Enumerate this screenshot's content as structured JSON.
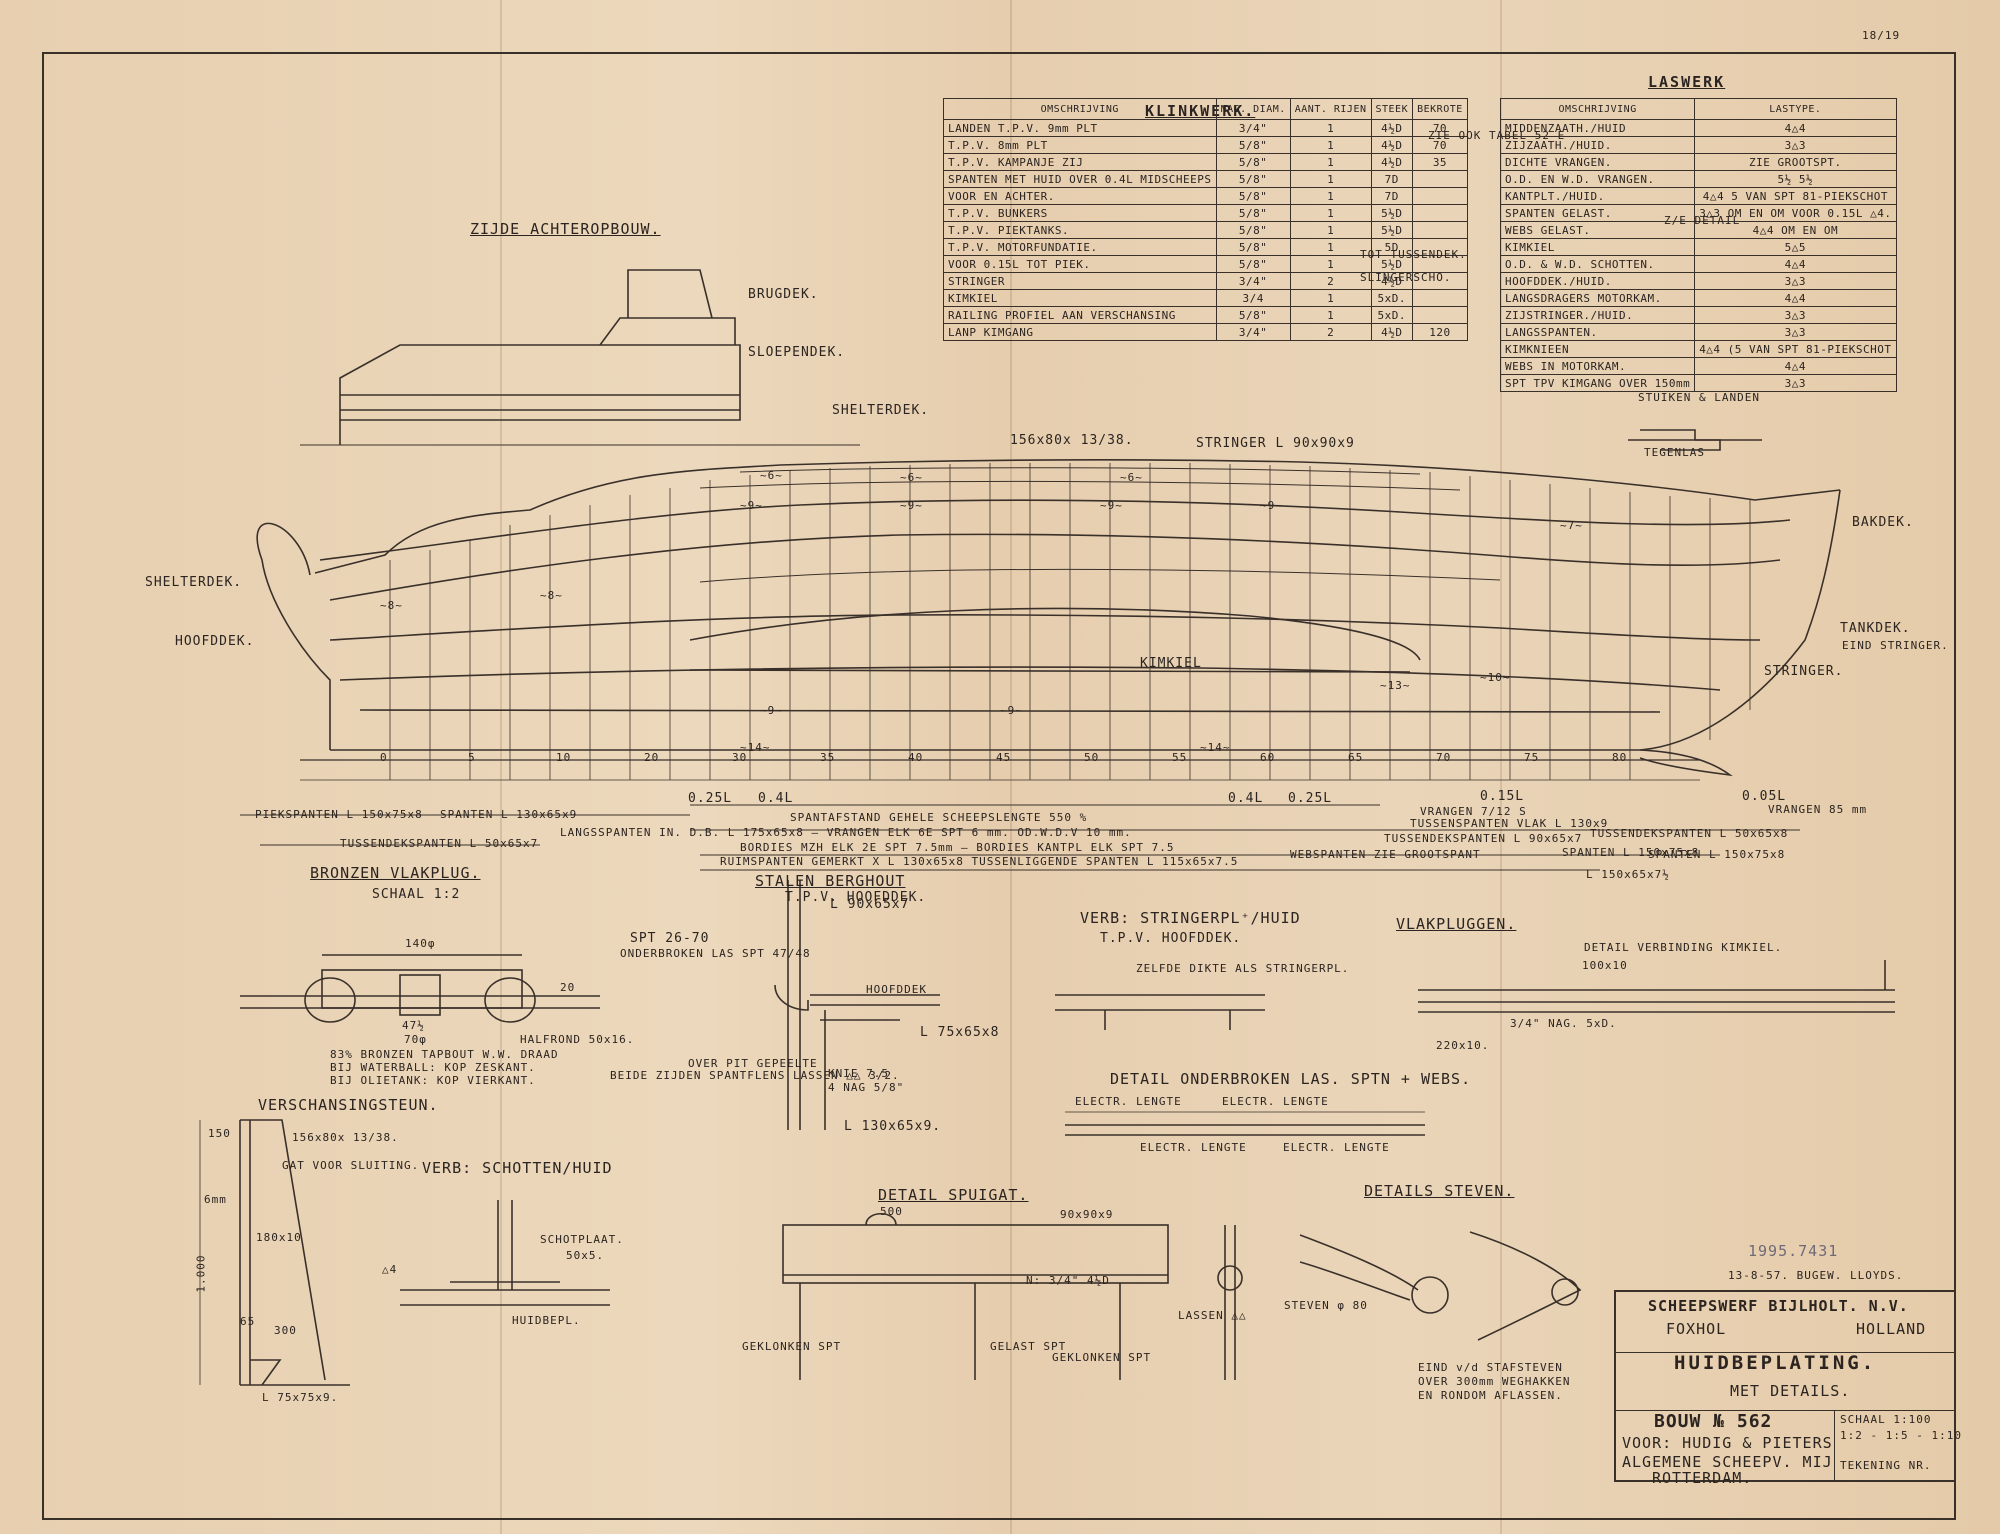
{
  "sheet_number": "18/19",
  "tables": {
    "klinkwerk": {
      "title": "KLINKWERK.",
      "headers": [
        "OMSCHRIJVING",
        "NAG. DIAM.",
        "AANT. RIJEN",
        "STEEK",
        "BEKROTE"
      ],
      "rows": [
        [
          "LANDEN T.P.V. 9mm PLT",
          "3/4\"",
          "1",
          "4½D",
          "70"
        ],
        [
          "T.P.V. 8mm PLT",
          "5/8\"",
          "1",
          "4½D",
          "70"
        ],
        [
          "T.P.V. KAMPANJE ZIJ",
          "5/8\"",
          "1",
          "4½D",
          "35"
        ],
        [
          "SPANTEN MET HUID OVER 0.4L MIDSCHEEPS",
          "5/8\"",
          "1",
          "7D",
          ""
        ],
        [
          "VOOR EN ACHTER.",
          "5/8\"",
          "1",
          "7D",
          ""
        ],
        [
          "T.P.V. BUNKERS",
          "5/8\"",
          "1",
          "5½D",
          ""
        ],
        [
          "T.P.V. PIEKTANKS.",
          "5/8\"",
          "1",
          "5½D",
          ""
        ],
        [
          "T.P.V. MOTORFUNDATIE.",
          "5/8\"",
          "1",
          "5D",
          ""
        ],
        [
          "VOOR 0.15L TOT PIEK.",
          "5/8\"",
          "1",
          "5½D",
          ""
        ],
        [
          "STRINGER",
          "3/4\"",
          "2",
          "4½D",
          ""
        ],
        [
          "KIMKIEL",
          "3/4",
          "1",
          "5xD.",
          ""
        ],
        [
          "RAILING PROFIEL AAN VERSCHANSING",
          "5/8\"",
          "1",
          "5xD.",
          ""
        ],
        [
          "LANP KIMGANG",
          "3/4\"",
          "2",
          "4½D",
          "120"
        ]
      ],
      "notes": [
        "ZIE OOK TABEL 52 E",
        "TOT TUSSENDEK.",
        "SLINGERSCHO."
      ]
    },
    "laswerk": {
      "title": "LASWERK",
      "headers": [
        "OMSCHRIJVING",
        "LASTYPE."
      ],
      "rows": [
        [
          "MIDDENZAATH./HUID",
          "4△4"
        ],
        [
          "ZIJZAATH./HUID.",
          "3△3"
        ],
        [
          "DICHTE VRANGEN.",
          "ZIE GROOTSPT."
        ],
        [
          "O.D. EN W.D. VRANGEN.",
          "5½ 5½"
        ],
        [
          "KANTPLT./HUID.",
          "4△4 5 VAN SPT 81-PIEKSCHOT"
        ],
        [
          "SPANTEN GELAST.",
          "3△3 OM EN OM VOOR 0.15L △4."
        ],
        [
          "WEBS GELAST.",
          "4△4 OM EN OM"
        ],
        [
          "KIMKIEL",
          "5△5"
        ],
        [
          "O.D. & W.D. SCHOTTEN.",
          "4△4"
        ],
        [
          "HOOFDDEK./HUID.",
          "3△3"
        ],
        [
          "LANGSDRAGERS MOTORKAM.",
          "4△4"
        ],
        [
          "ZIJSTRINGER./HUID.",
          "3△3"
        ],
        [
          "LANGSSPANTEN.",
          "3△3"
        ],
        [
          "KIMKNIEEN",
          "4△4 (5 VAN SPT 81-PIEKSCHOT"
        ],
        [
          "WEBS IN MOTORKAM.",
          "4△4"
        ],
        [
          "SPT TPV KIMGANG OVER 150mm",
          "3△3"
        ]
      ],
      "detail_label": "Z/E DETAIL"
    }
  },
  "labels": {
    "zijde_achteropbouw": "ZIJDE ACHTEROPBOUW.",
    "brugdek": "BRUGDEK.",
    "sloependek": "SLOEPENDEK.",
    "shelterdek_top": "SHELTERDEK.",
    "stuiken_landen": "STUIKEN & LANDEN",
    "tegenlas": "TEGENLAS",
    "stringer_top": "STRINGER L 90x90x9",
    "dim_156": "156x80x 13/38.",
    "bakdek": "BAKDEK.",
    "shelterdek_left": "SHELTERDEK.",
    "hoofddek_left": "HOOFDDEK.",
    "tankdek": "TANKDEK.",
    "eind_stringer": "EIND STRINGER.",
    "stringer_right": "STRINGER.",
    "kimkiel": "KIMKIEL",
    "piekspanten": "PIEKSPANTEN L 150x75x8",
    "spanten": "SPANTEN L 130x65x9",
    "tussendekspanten": "TUSSENDEKSPANTEN L 50x65x7",
    "langsspanten": "LANGSSPANTEN IN. D.B. L 175x65x8 — VRANGEN ELK 6E SPT 6 mm. OD.W.D.V 10 mm.",
    "spantafstand": "SPANTAFSTAND GEHELE SCHEEPSLENGTE 550 %",
    "bordies": "BORDIES MZH ELK 2E SPT 7.5mm — BORDIES KANTPL ELK SPT 7.5",
    "ruimspanten": "RUIMSPANTEN GEMERKT X L 130x65x8 TUSSENLIGGENDE SPANTEN L 115x65x7.5",
    "webspanten": "WEBSPANTEN ZIE GROOTSPANT",
    "vrangen_712": "VRANGEN 7/12 S",
    "vrangen_85": "VRANGEN 85 mm",
    "tussenspanten_vlak": "TUSSENSPANTEN VLAK L 130x9",
    "tussendekspanten_right": "TUSSENDEKSPANTEN L 90x65x7",
    "tussendek_right2": "TUSSENDEKSPANTEN L 50x65x8",
    "spanten_right": "SPANTEN L 150x75x8",
    "spanten_r2": "SPANTEN L 150x75x8",
    "spanten_r3": "L 150x65x7½",
    "frac_025l": "0.25L",
    "frac_04l": "0.4L",
    "frac_04l_b": "0.4L",
    "frac_025l_b": "0.25L",
    "frac_015l": "0.15L",
    "frac_005l": "0.05L",
    "bronzen_vlakplug": "BRONZEN VLAKPLUG.",
    "schaal_12": "SCHAAL 1:2",
    "dim_140": "140φ",
    "dim_20": "20",
    "dim_475": "47½",
    "dim_70": "70φ",
    "halfrond": "HALFROND 50x16.",
    "brons_note1": "83% BRONZEN TAPBOUT W.W. DRAAD",
    "brons_note2": "BIJ WATERBALL: KOP ZESKANT.",
    "brons_note3": "BIJ OLIETANK: KOP VIERKANT.",
    "stalen_berghout": "STALEN BERGHOUT",
    "tpv_hoofddek": "T.P.V. HOOFDDEK.",
    "spt_2670": "SPT 26-70",
    "onderbroken": "ONDERBROKEN LAS SPT 47/48",
    "l90657": "L 90x65x7",
    "hoofddek_small": "HOOFDDEK",
    "l75658": "L 75x65x8",
    "knie": "KNIE 7.5",
    "nag": "4 NAG 5/8\"",
    "beide": "BEIDE ZIJDEN SPANTFLENS LASSEN △△ 3/2.",
    "over_pit": "OVER PIT GEPEELTE",
    "l130659": "L 130x65x9.",
    "verb_stringer": "VERB: STRINGERPL⁺/HUID",
    "tpv_hoofddek2": "T.P.V. HOOFDDEK.",
    "zelfde": "ZELFDE DIKTE ALS STRINGERPL.",
    "vlakpluggen": "VLAKPLUGGEN.",
    "detail_kimkiel": "DETAIL VERBINDING KIMKIEL.",
    "dim_100x10": "100x10",
    "nag_5d": "3/4\" NAG. 5xD.",
    "dim_220": "220x10.",
    "detail_onderbroken": "DETAIL ONDERBROKEN LAS. SPTN + WEBS.",
    "electr1": "ELECTR. LENGTE",
    "electr2": "ELECTR. LENGTE",
    "electr3": "ELECTR. LENGTE",
    "electr4": "ELECTR. LENGTE",
    "verschansingsteun": "VERSCHANSINGSTEUN.",
    "dim_156b": "156x80x 13/38.",
    "gat": "GAT VOOR SLUITING.",
    "dim_180": "180x10",
    "dim_6mm": "6mm",
    "dim_1000": "1.000",
    "dim_300": "300",
    "l75759": "L 75x75x9.",
    "dim_150": "150",
    "dim_65": "65",
    "verb_schotten": "VERB: SCHOTTEN/HUID",
    "schotplaat": "SCHOTPLAAT.",
    "dim_50x5": "50x5.",
    "huidbepl": "HUIDBEPL.",
    "d4": "△4",
    "detail_spuigat": "DETAIL SPUIGAT.",
    "dim_500": "500",
    "dim_90909": "90x90x9",
    "nag_34": "N: 3/4\" 4½D",
    "geklonken1": "GEKLONKEN SPT",
    "gelast_spt": "GELAST SPT",
    "geklonken2": "GEKLONKEN SPT",
    "lassen": "LASSEN △△",
    "details_steven": "DETAILS STEVEN.",
    "steven": "STEVEN φ 80",
    "eind_note1": "EIND v/d STAFSTEVEN",
    "eind_note2": "OVER 300mm WEGHAKKEN",
    "eind_note3": "EN RONDOM AFLASSEN.",
    "archive_no": "1995.7431",
    "date_stamp": "13-8-57. BUGEW. LLOYDS."
  },
  "title_block": {
    "company": "SCHEEPSWERF BIJLHOLT. N.V.",
    "place": "FOXHOL",
    "country": "HOLLAND",
    "drawing_title": "HUIDBEPLATING.",
    "subtitle": "MET DETAILS.",
    "bouw": "BOUW № 562",
    "schaal": "SCHAAL 1:100",
    "schaal_details": "1:2 - 1:5 - 1:10",
    "voor": "VOOR: HUDIG & PIETERS",
    "algemene": "ALGEMENE SCHEEPV. MIJ",
    "city": "ROTTERDAM.",
    "tekening": "TEKENING NR."
  },
  "frame_numbers": [
    "0",
    "5",
    "10",
    "20",
    "30",
    "35",
    "40",
    "45",
    "50",
    "55",
    "60",
    "65",
    "70",
    "75",
    "80"
  ],
  "plate_marks": [
    "~6~",
    "~6~",
    "~6~",
    "~9~",
    "~9~",
    "~9~",
    "~9~",
    "~7~",
    "~8~",
    "~8~",
    "~10~",
    "~13~",
    "~14~",
    "~14~",
    "~9~",
    "~9~"
  ]
}
